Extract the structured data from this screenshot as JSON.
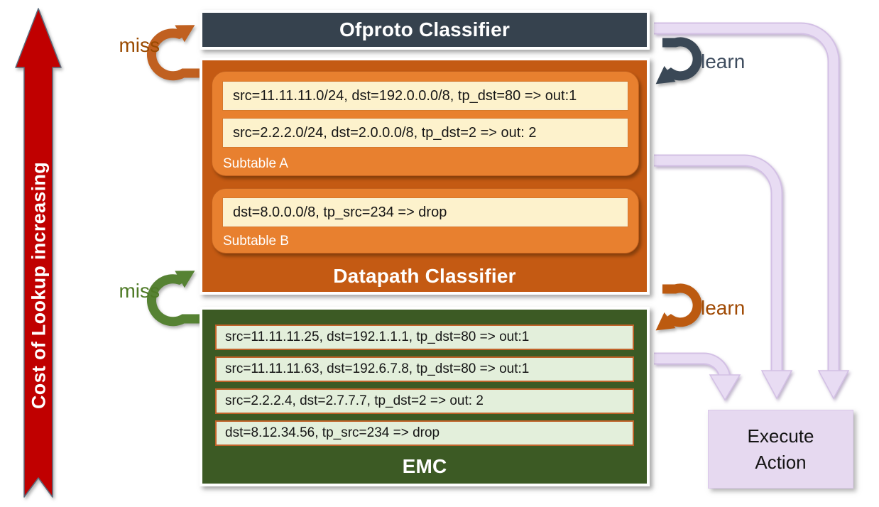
{
  "cost_arrow": {
    "label": "Cost of Lookup increasing"
  },
  "ofproto": {
    "title": "Ofproto Classifier"
  },
  "datapath": {
    "title": "Datapath Classifier",
    "subtables": [
      {
        "label": "Subtable A",
        "rules": [
          "src=11.11.11.0/24, dst=192.0.0.0/8, tp_dst=80 => out:1",
          "src=2.2.2.0/24, dst=2.0.0.0/8, tp_dst=2 => out: 2"
        ]
      },
      {
        "label": "Subtable B",
        "rules": [
          "dst=8.0.0.0/8, tp_src=234 => drop"
        ]
      }
    ]
  },
  "emc": {
    "title": "EMC",
    "rules": [
      "src=11.11.11.25, dst=192.1.1.1, tp_dst=80 => out:1",
      "src=11.11.11.63, dst=192.6.7.8, tp_dst=80 => out:1",
      "src=2.2.2.4, dst=2.7.7.7, tp_dst=2 => out: 2",
      "dst=8.12.34.56, tp_src=234 => drop"
    ]
  },
  "labels": {
    "miss_top": "miss",
    "miss_bottom": "miss",
    "learn_top": "learn",
    "learn_bottom": "learn"
  },
  "execute": {
    "line1": "Execute",
    "line2": "Action"
  },
  "colors": {
    "ofproto_bg": "#36424E",
    "datapath_bg": "#C45A13",
    "subtable_bg": "#E8802F",
    "rule_bg": "#FDF2CC",
    "emc_bg": "#3C5A24",
    "emc_rule_bg": "#E3EFDB",
    "cost_arrow": "#C00000",
    "flow_arrow": "#E6D9F1",
    "execute_bg": "#E6D9F0",
    "miss_top_arrow": "#C06020",
    "miss_bottom_arrow": "#568233",
    "learn_top_arrow": "#3A4856",
    "learn_bottom_arrow": "#BC5A10"
  }
}
